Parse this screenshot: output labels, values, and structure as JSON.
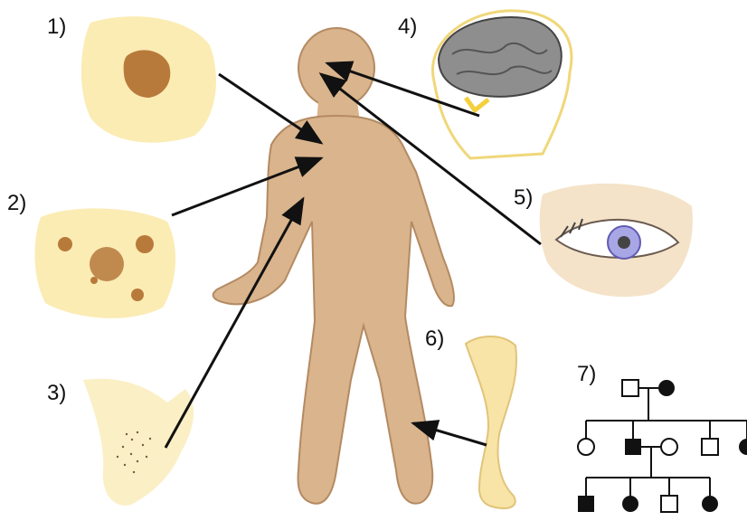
{
  "labels": {
    "l1": "1)",
    "l2": "2)",
    "l3": "3)",
    "l4": "4)",
    "l5": "5)",
    "l6": "6)",
    "l7": "7)"
  },
  "colors": {
    "skin": "#d9b48c",
    "skin_dark": "#b48a62",
    "pale_bg": "#fbecb4",
    "spot": "#b87a3a",
    "brain": "#8e8e8e",
    "eye_iris": "#a9a6e6",
    "arrow": "#111111"
  },
  "icons": {
    "panel1": "cafe-au-lait-spot",
    "panel2": "neurofibroma-nodules",
    "panel3": "axillary-freckling",
    "panel4": "brain-optic-glioma",
    "panel5": "eye-lisch-nodules",
    "panel6": "bowed-lower-leg",
    "panel7": "family-pedigree"
  }
}
